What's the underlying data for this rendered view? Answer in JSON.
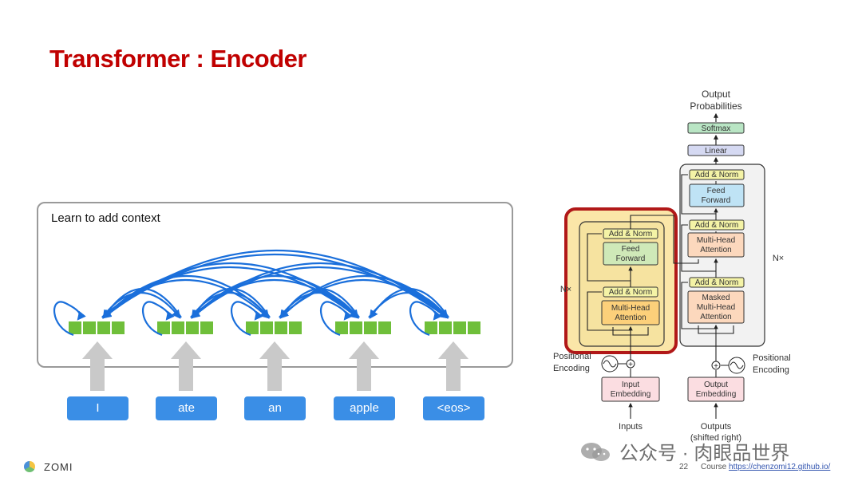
{
  "slide": {
    "title": "Transformer : Encoder",
    "box_label": "Learn to add context",
    "tokens": [
      "I",
      "ate",
      "an",
      "apple",
      "<eos>"
    ],
    "colors": {
      "title": "#c00000",
      "token": "#3a8ee6",
      "cell": "#6fbf3a",
      "arrow": "#1a6fdb"
    }
  },
  "arch": {
    "output_probabilities": [
      "Output",
      "Probabilities"
    ],
    "softmax": "Softmax",
    "linear": "Linear",
    "add_norm": "Add & Norm",
    "feed_forward": [
      "Feed",
      "Forward"
    ],
    "multi_head_attention": [
      "Multi-Head",
      "Attention"
    ],
    "masked_multi_head_attention": [
      "Masked",
      "Multi-Head",
      "Attention"
    ],
    "nx": "N×",
    "positional_encoding": [
      "Positional",
      "Encoding"
    ],
    "input_embedding": [
      "Input",
      "Embedding"
    ],
    "output_embedding": [
      "Output",
      "Embedding"
    ],
    "inputs": "Inputs",
    "outputs": [
      "Outputs",
      "(shifted right)"
    ]
  },
  "footer": {
    "brand": "ZOMI",
    "page": "22",
    "course_label": "Course",
    "course_url": "https://chenzomi12.github.io/",
    "watermark": "公众号 · 肉眼品世界"
  }
}
